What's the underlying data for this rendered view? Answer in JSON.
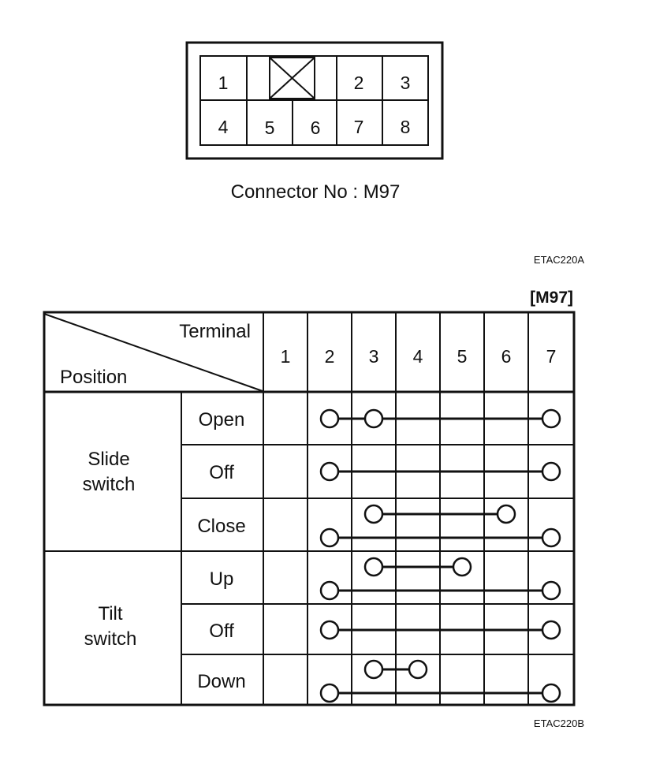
{
  "connector": {
    "cells_top": [
      "1",
      "",
      "2",
      "3"
    ],
    "cells_bottom": [
      "4",
      "5",
      "6",
      "7",
      "8"
    ],
    "caption": "Connector No : M97",
    "blank_icon": "crossed-box-icon"
  },
  "figure_codes": {
    "top": "ETAC220A",
    "bottom": "ETAC220B"
  },
  "table": {
    "tag": "[M97]",
    "corner_terminal": "Terminal",
    "corner_position": "Position",
    "terminals": [
      "1",
      "2",
      "3",
      "4",
      "5",
      "6",
      "7"
    ],
    "groups": [
      {
        "label_lines": [
          "Slide",
          "switch"
        ],
        "rows": [
          {
            "position": "Open",
            "connections": [
              [
                2,
                3,
                7
              ]
            ]
          },
          {
            "position": "Off",
            "connections": [
              [
                2,
                7
              ]
            ]
          },
          {
            "position": "Close",
            "connections": [
              [
                3,
                6
              ],
              [
                2,
                7
              ]
            ]
          }
        ]
      },
      {
        "label_lines": [
          "Tilt",
          "switch"
        ],
        "rows": [
          {
            "position": "Up",
            "connections": [
              [
                3,
                5
              ],
              [
                2,
                7
              ]
            ]
          },
          {
            "position": "Off",
            "connections": [
              [
                2,
                7
              ]
            ]
          },
          {
            "position": "Down",
            "connections": [
              [
                3,
                4
              ],
              [
                2,
                7
              ]
            ]
          }
        ]
      }
    ]
  },
  "colors": {
    "line": "#111111",
    "background": "#ffffff"
  }
}
